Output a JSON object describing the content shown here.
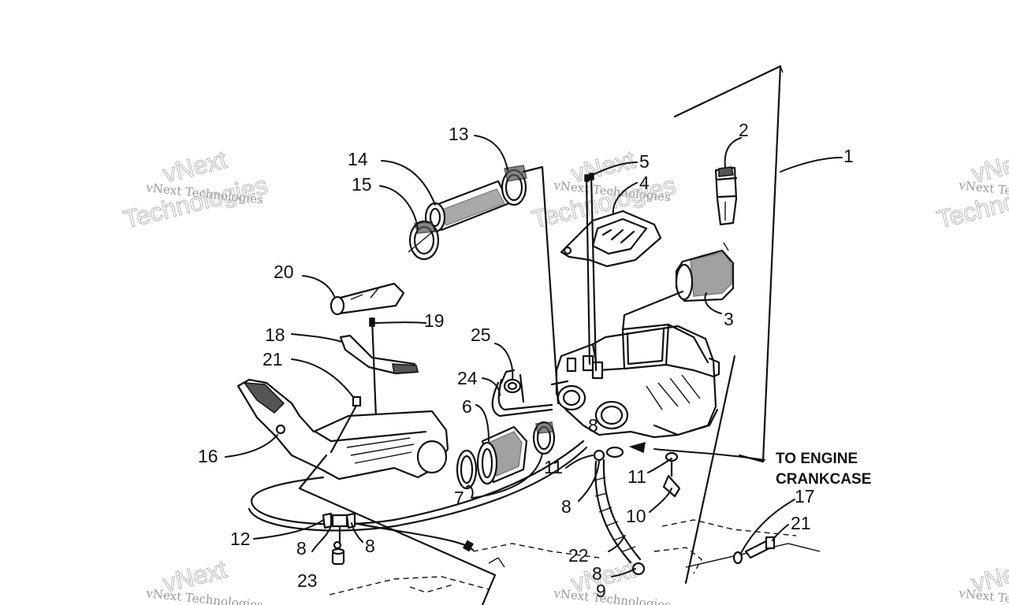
{
  "diagram": {
    "part_numbers": [
      "1",
      "2",
      "3",
      "4",
      "5",
      "6",
      "7",
      "8",
      "8",
      "8",
      "8",
      "8",
      "9",
      "10",
      "11",
      "11",
      "12",
      "13",
      "14",
      "15",
      "16",
      "17",
      "18",
      "19",
      "20",
      "21",
      "21",
      "22",
      "23",
      "24",
      "25"
    ],
    "callout": {
      "line1": "TO ENGINE",
      "line2": "CRANKCASE"
    },
    "watermark": {
      "text_a": "vNext Technologies",
      "text_b": "vNext",
      "text_c": "Technologies"
    },
    "colors": {
      "line": "#111111",
      "background": "#ffffff",
      "watermark": "#b8b8b8"
    }
  }
}
